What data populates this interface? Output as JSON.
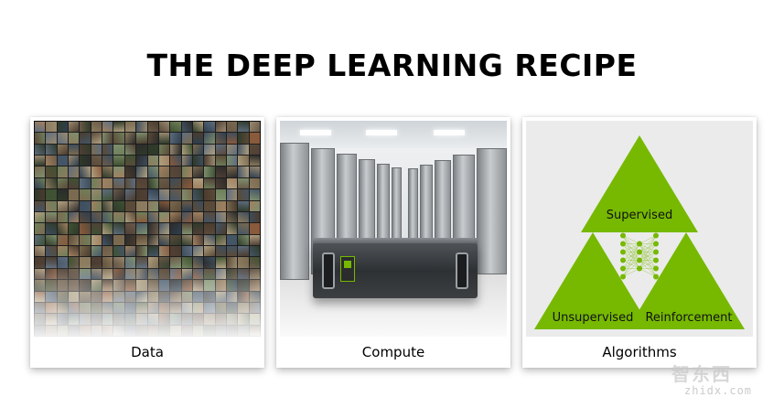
{
  "slide": {
    "title": "THE DEEP LEARNING RECIPE",
    "accent_color": "#76b900"
  },
  "cards": [
    {
      "caption": "Data",
      "icon": "image-mosaic"
    },
    {
      "caption": "Compute",
      "icon": "server-datacenter"
    },
    {
      "caption": "Algorithms",
      "icon": "triangle-network"
    }
  ],
  "algorithms": {
    "labels": {
      "top": "Supervised",
      "left": "Unsupervised",
      "right": "Reinforcement"
    },
    "triangle_color": "#76b900",
    "network_icon": "neural-network-icon"
  },
  "watermark": {
    "logo": "智东西",
    "domain": "zhidx.com"
  }
}
